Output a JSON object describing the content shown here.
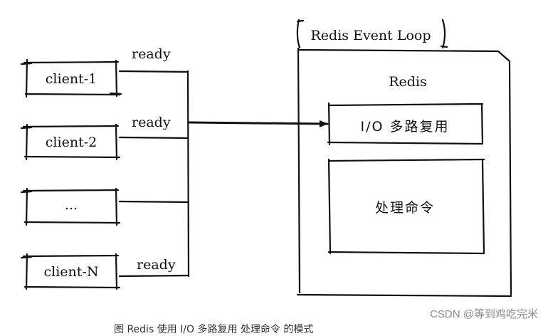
{
  "clients": [
    {
      "label": "client-1",
      "status": "ready"
    },
    {
      "label": "client-2",
      "status": "ready"
    },
    {
      "label": "...",
      "status": ""
    },
    {
      "label": "client-N",
      "status": "ready"
    }
  ],
  "event_loop": {
    "title": "Redis Event Loop",
    "server_label": "Redis",
    "io_module": "I/O 多路复用",
    "process_module": "处理命令"
  },
  "watermark": "CSDN @等到鸡吃完米",
  "caption": "图 Redis 使用 I/O 多路复用 处理命令 的模式"
}
